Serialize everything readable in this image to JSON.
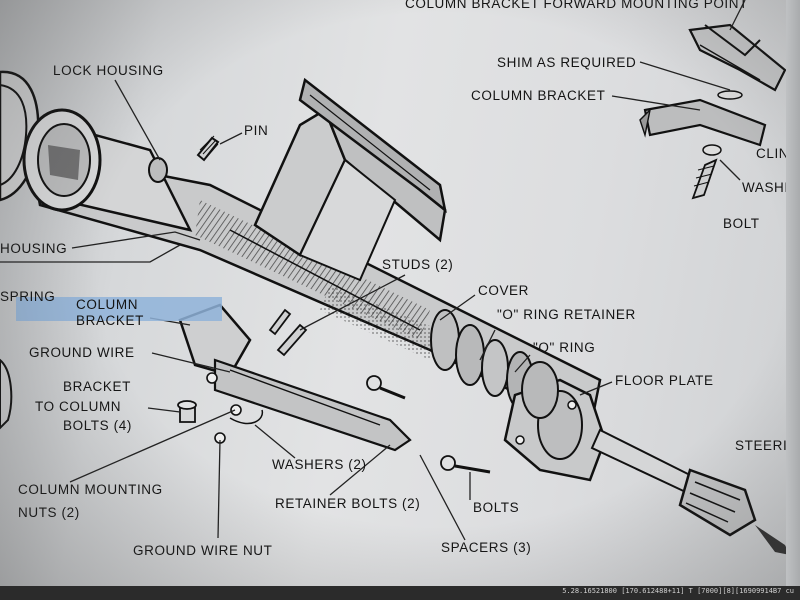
{
  "diagram": {
    "labels": {
      "column_bracket_forward_mounting_point": "COLUMN BRACKET FORWARD MOUNTING POINT",
      "shim_as_required": "SHIM AS REQUIRED",
      "column_bracket_top": "COLUMN BRACKET",
      "clin": "CLIN",
      "washi": "WASHI",
      "bolt": "BOLT",
      "lock_housing": "LOCK HOUSING",
      "pin": "PIN",
      "housing": "HOUSING",
      "spring": "SPRING",
      "column_bracket_line1": "COLUMN",
      "column_bracket_line2": "BRACKET",
      "ground_wire": "GROUND WIRE",
      "bracket_bolts_line1": "BRACKET",
      "bracket_bolts_line2": "TO COLUMN",
      "bracket_bolts_line3": "BOLTS (4)",
      "studs": "STUDS (2)",
      "cover": "COVER",
      "o_ring_retainer": "\"O\" RING RETAINER",
      "o_ring": "\"O\" RING",
      "floor_plate": "FLOOR PLATE",
      "steering": "STEERIN",
      "washers": "WASHERS (2)",
      "column_mounting_nuts_line1": "COLUMN MOUNTING",
      "column_mounting_nuts_line2": "NUTS (2)",
      "retainer_bolts": "RETAINER BOLTS (2)",
      "bolts": "BOLTS",
      "ground_wire_nut": "GROUND WIRE NUT",
      "spacers": "SPACERS (3)"
    }
  },
  "status_bar": {
    "text": "5.28.16521800 [170.612488+11] T [7000][8][16909914B7 cu"
  },
  "colors": {
    "ink": "#141414",
    "highlight": "#8fb3d9",
    "paper": "#dcdddf"
  }
}
